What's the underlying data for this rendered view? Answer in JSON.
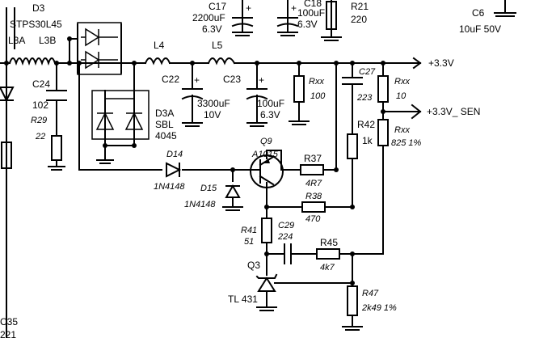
{
  "labels": {
    "d3_ref": "D3",
    "d3_part": "STPS30L45",
    "l3a": "L3A",
    "l3b": "L3B",
    "c24_ref": "C24",
    "c24_val": "102",
    "r29_ref": "R29",
    "r29_val": "22",
    "l4": "L4",
    "l5": "L5",
    "c22": "C22",
    "c23": "C23",
    "c22_val": "3300uF",
    "c22_volt": "10V",
    "c23_val": "100uF",
    "c23_volt": "6.3V",
    "c17_ref": "C17",
    "c17_val": "2200uF",
    "c17_volt": "6.3V",
    "c18_ref": "C18",
    "c18_val": "100uF",
    "c18_volt": "6.3V",
    "r21_ref": "R21",
    "r21_val": "220",
    "c6_ref": "C6",
    "c6_val": "10uF 50V",
    "rxx_a": "Rxx",
    "rxx_a_val": "100",
    "c27_ref": "C27",
    "c27_val": "223",
    "rxx_b": "Rxx",
    "rxx_b_val": "10",
    "out_33v": "+3.3V",
    "out_sen": "+3.3V_ SEN",
    "r42_ref": "R42",
    "r42_val": "1k",
    "rxx_c": "Rxx",
    "rxx_c_val": "825 1%",
    "d3a_ref": "D3A",
    "d3a_type": "SBL",
    "d3a_part": "4045",
    "d14_ref": "D14",
    "d14_part": "1N4148",
    "d15_ref": "D15",
    "d15_part": "1N4148",
    "q9_ref": "Q9",
    "q9_part": "A1015",
    "r37_ref": "R37",
    "r37_val": "4R7",
    "r38_ref": "R38",
    "r38_val": "470",
    "r41_ref": "R41",
    "r41_val": "51",
    "c29_ref": "C29",
    "c29_val": "224",
    "r45_ref": "R45",
    "r45_val": "4k7",
    "q3_ref": "Q3",
    "q3_part": "TL 431",
    "r47_ref": "R47",
    "r47_val": "2k49 1%",
    "c35_ref": "C35",
    "c35_val": "221"
  }
}
